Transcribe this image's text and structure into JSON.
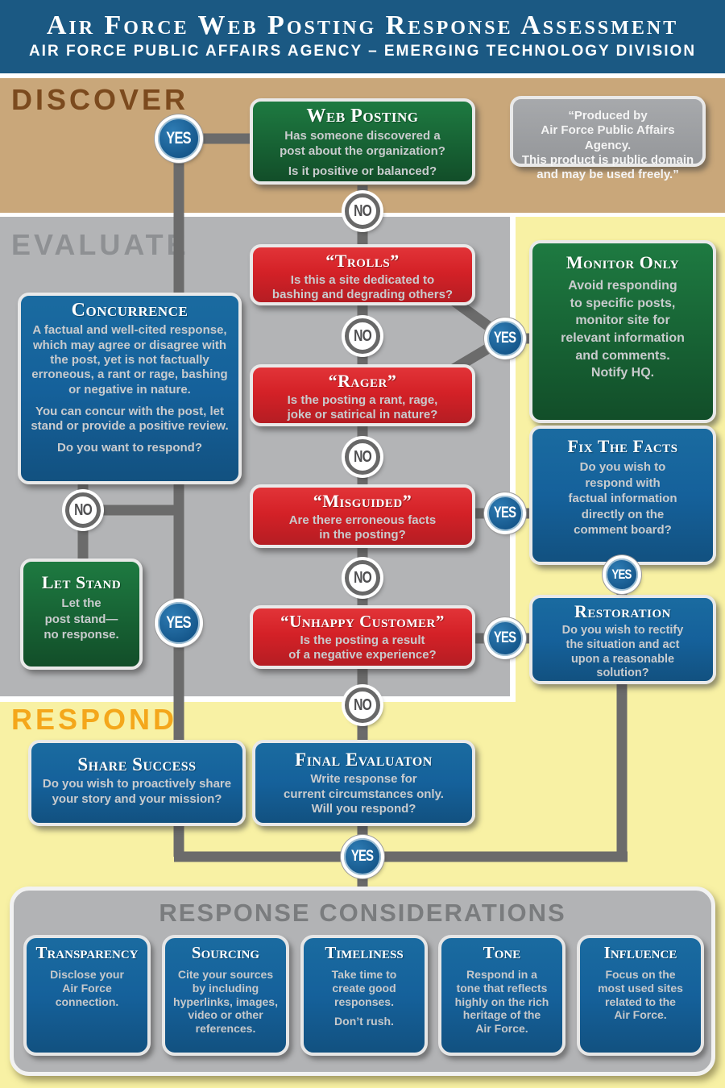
{
  "labels": {
    "yes": "YES",
    "no": "NO"
  },
  "header": {
    "title": "Air Force Web Posting Response Assessment",
    "subtitle": "AIR FORCE PUBLIC AFFAIRS AGENCY – EMERGING TECHNOLOGY DIVISION"
  },
  "sections": {
    "discover": "DISCOVER",
    "evaluate": "EVALUATE",
    "respond": "RESPOND"
  },
  "produced_by": "“Produced by\nAir Force Public Affairs Agency.\nThis product is public domain\nand may be used freely.”",
  "boxes": {
    "web_posting": {
      "title": "Web Posting",
      "body": "Has someone discovered a\npost about the organization?",
      "body2": "Is it positive or balanced?"
    },
    "trolls": {
      "title": "“Trolls”",
      "body": "Is this a site dedicated to\nbashing and degrading others?"
    },
    "rager": {
      "title": "“Rager”",
      "body": "Is the posting a rant, rage,\njoke or satirical in nature?"
    },
    "misguided": {
      "title": "“Misguided”",
      "body": "Are there erroneous facts\nin the posting?"
    },
    "unhappy_customer": {
      "title": "“Unhappy Customer”",
      "body": "Is the posting a result\nof a negative experience?"
    },
    "concurrence": {
      "title": "Concurrence",
      "p1": "A factual and well-cited response, which may agree or disagree with the post, yet is not factually erroneous, a rant or rage, bashing or negative in nature.",
      "p2": "You can concur with the post, let stand or provide a positive review.",
      "p3": "Do you want to respond?"
    },
    "monitor_only": {
      "title": "Monitor Only",
      "body": "Avoid responding\nto specific posts,\nmonitor site for\nrelevant information\nand comments.\nNotify HQ."
    },
    "fix_the_facts": {
      "title": "Fix The Facts",
      "body": "Do you wish to\nrespond with\nfactual information\ndirectly on the\ncomment board?"
    },
    "let_stand": {
      "title": "Let Stand",
      "body": "Let the\npost stand—\nno response."
    },
    "restoration": {
      "title": "Restoration",
      "body": "Do you wish to rectify\nthe situation and act\nupon a reasonable\nsolution?"
    },
    "share_success": {
      "title": "Share Success",
      "body": "Do you wish to proactively share\nyour story and your mission?"
    },
    "final_evaluation": {
      "title": "Final Evaluaton",
      "body": "Write response for\ncurrent circumstances only.\nWill you respond?"
    }
  },
  "considerations": {
    "title": "RESPONSE CONSIDERATIONS",
    "cards": [
      {
        "title": "Transparency",
        "body": "Disclose your\nAir Force\nconnection."
      },
      {
        "title": "Sourcing",
        "body": "Cite your sources\nby including\nhyperlinks, images,\nvideo or other\nreferences."
      },
      {
        "title": "Timeliness",
        "body": "Take time to\ncreate good\nresponses.",
        "body2": "Don’t rush."
      },
      {
        "title": "Tone",
        "body": "Respond in a\ntone that reflects\nhighly on the rich\nheritage of the\nAir Force."
      },
      {
        "title": "Influence",
        "body": "Focus on the\nmost used sites\nrelated to the\nAir Force."
      }
    ]
  },
  "colors": {
    "header_blue": "#1b5983",
    "tan": "#c9a77a",
    "panel_gray": "#b3b4b6",
    "yellow": "#f8f1a4",
    "box_red": "#d42127",
    "box_green": "#176234",
    "box_blue": "#15619b",
    "wire_gray": "#6b6b6b",
    "respond_orange": "#f4a71b"
  }
}
